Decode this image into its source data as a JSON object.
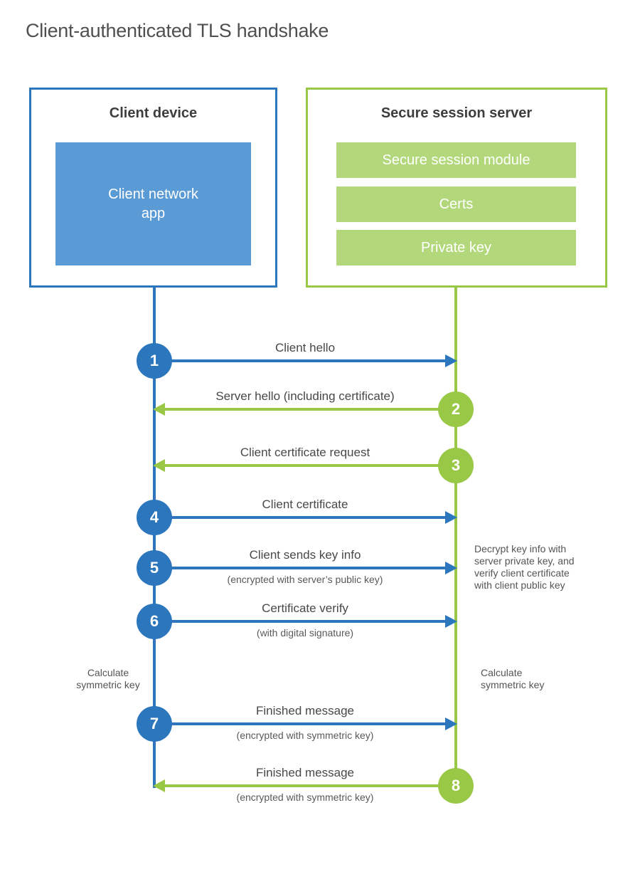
{
  "page_title": "Client-authenticated TLS handshake",
  "colors": {
    "blue": "#2b76bd",
    "blue_light": "#5b9bd5",
    "green": "#99c846",
    "green_light": "#b3d87b"
  },
  "client_box": {
    "title": "Client device",
    "app_label": "Client network\napp"
  },
  "server_box": {
    "title": "Secure session server",
    "modules": [
      "Secure session module",
      "Certs",
      "Private key"
    ]
  },
  "messages": [
    {
      "num": "1",
      "label": "Client hello",
      "from": "client",
      "to": "server"
    },
    {
      "num": "2",
      "label": "Server hello (including certificate)",
      "from": "server",
      "to": "client"
    },
    {
      "num": "3",
      "label": "Client certificate request",
      "from": "server",
      "to": "client"
    },
    {
      "num": "4",
      "label": "Client certificate",
      "from": "client",
      "to": "server"
    },
    {
      "num": "5",
      "label": "Client sends key info",
      "sublabel": "(encrypted with server’s public key)",
      "from": "client",
      "to": "server"
    },
    {
      "num": "6",
      "label": "Certificate verify",
      "sublabel": "(with digital signature)",
      "from": "client",
      "to": "server"
    },
    {
      "num": "7",
      "label": "Finished message",
      "sublabel": "(encrypted with symmetric key)",
      "from": "client",
      "to": "server"
    },
    {
      "num": "8",
      "label": "Finished message",
      "sublabel": "(encrypted with symmetric key)",
      "from": "server",
      "to": "client"
    }
  ],
  "annotations": {
    "decrypt_note": "Decrypt key info with server private key, and verify client certificate with client public key",
    "calculate_left": "Calculate symmetric key",
    "calculate_right": "Calculate symmetric key"
  }
}
